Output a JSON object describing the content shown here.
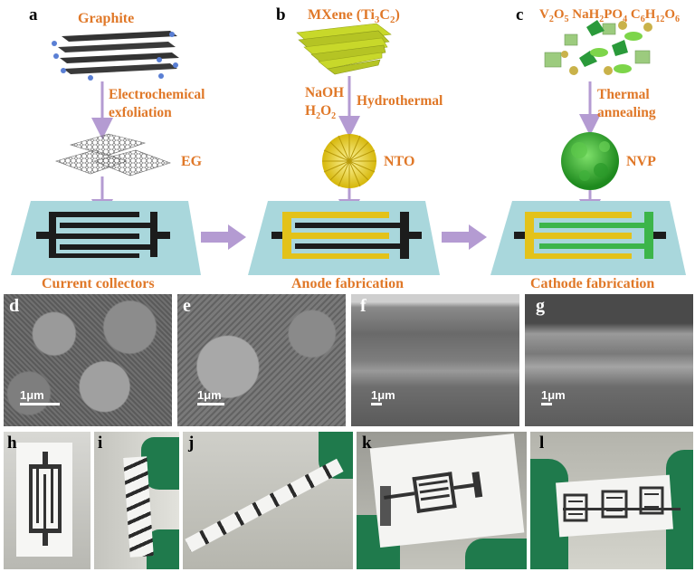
{
  "panels": {
    "a": {
      "letter": "a",
      "title": "Graphite",
      "step": "Electrochemical exfoliation",
      "step_line1": "Electrochemical",
      "step_line2": "exfoliation",
      "product": "EG",
      "caption": "Current collectors"
    },
    "b": {
      "letter": "b",
      "title_main": "MXene (Ti",
      "title_sub3": "3",
      "title_c": "C",
      "title_sub2": "2",
      "title_close": ")",
      "reagent1": "NaOH",
      "reagent2_h": "H",
      "reagent2_sub1": "2",
      "reagent2_o": "O",
      "reagent2_sub2": "2",
      "step": "Hydrothermal",
      "product": "NTO",
      "caption": "Anode fabrication"
    },
    "c": {
      "letter": "c",
      "t1": "V",
      "t1s": "2",
      "t2": "O",
      "t2s": "5",
      "t3": " NaH",
      "t3s": "2",
      "t4": "PO",
      "t4s": "4",
      "t5": " C",
      "t5s": "6",
      "t6": "H",
      "t6s": "12",
      "t7": "O",
      "t7s": "6",
      "step_line1": "Thermal",
      "step_line2": "annealing",
      "product": "NVP",
      "caption": "Cathode fabrication"
    }
  },
  "sem_panels": [
    {
      "letter": "d",
      "scale": "1μm"
    },
    {
      "letter": "e",
      "scale": "1μm"
    },
    {
      "letter": "f",
      "scale": "1μm"
    },
    {
      "letter": "g",
      "scale": "1μm"
    }
  ],
  "photo_panels": [
    {
      "letter": "h"
    },
    {
      "letter": "i"
    },
    {
      "letter": "j"
    },
    {
      "letter": "k"
    },
    {
      "letter": "l"
    }
  ],
  "colors": {
    "label_orange": "#e07828",
    "arrow_purple": "#b49bd2",
    "substrate": "#a9d7dc",
    "collector": "#1c1c1c",
    "anode_yellow": "#e3c21a",
    "cathode_green": "#3cb54a",
    "mxene": "#c8d82a",
    "glove_green": "#1f7a4c"
  }
}
